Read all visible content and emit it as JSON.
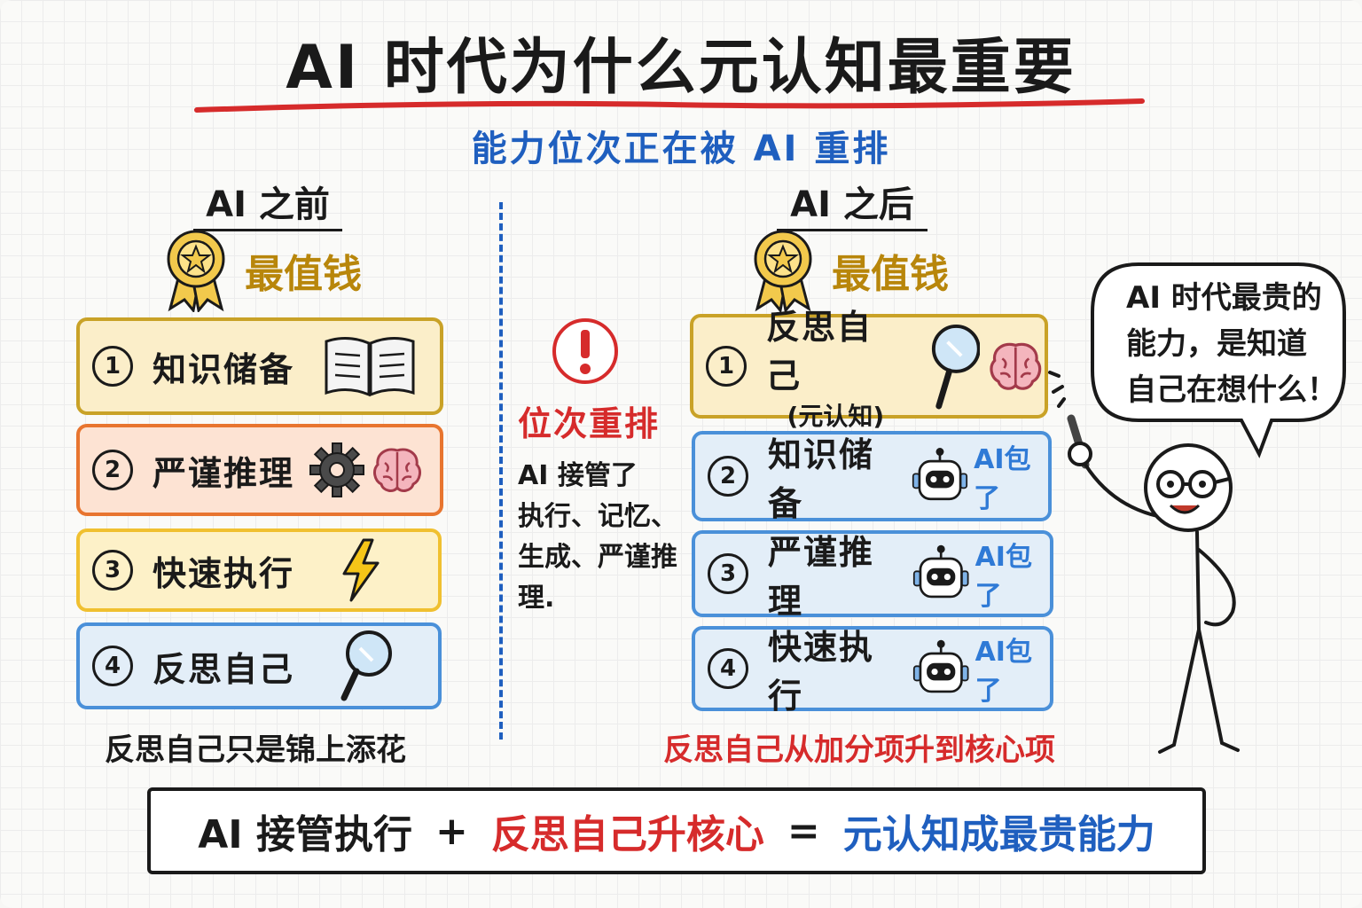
{
  "title": "AI 时代为什么元认知最重要",
  "subtitle": "能力位次正在被 AI 重排",
  "before": {
    "heading": "AI 之前",
    "medal_label": "最值钱",
    "items": [
      {
        "num": "1",
        "label": "知识储备",
        "icons": [
          "book-icon"
        ]
      },
      {
        "num": "2",
        "label": "严谨推理",
        "icons": [
          "gear-icon",
          "brain-icon"
        ]
      },
      {
        "num": "3",
        "label": "快速执行",
        "icons": [
          "lightning-icon"
        ]
      },
      {
        "num": "4",
        "label": "反思自己",
        "icons": [
          "magnifier-icon"
        ]
      }
    ],
    "caption": "反思自己只是锦上添花"
  },
  "middle": {
    "icon": "exclamation-icon",
    "label": "位次重排",
    "note_lines": [
      "AI 接管了",
      "执行、记忆、",
      "生成、严谨推理."
    ]
  },
  "after": {
    "heading": "AI 之后",
    "medal_label": "最值钱",
    "items": [
      {
        "num": "1",
        "label": "反思自己",
        "sub": "(元认知)",
        "icons": [
          "magnifier-icon",
          "brain-icon"
        ]
      },
      {
        "num": "2",
        "label": "知识储备",
        "tag": "AI包了",
        "icons": [
          "robot-icon"
        ]
      },
      {
        "num": "3",
        "label": "严谨推理",
        "tag": "AI包了",
        "icons": [
          "robot-icon"
        ]
      },
      {
        "num": "4",
        "label": "快速执行",
        "tag": "AI包了",
        "icons": [
          "robot-icon"
        ]
      }
    ],
    "caption": "反思自己从加分项升到核心项"
  },
  "speech_bubble": {
    "lines": [
      "AI 时代最贵的",
      "能力，是知道",
      "自己在想什么！"
    ]
  },
  "formula": {
    "part1": "AI 接管执行",
    "plus": "+",
    "part2": "反思自己升核心",
    "equals": "=",
    "part3": "元认知成最贵能力"
  },
  "colors": {
    "title_underline": "#d62b2b",
    "subtitle": "#1f5fbf",
    "medal_gold": "#e3b32a",
    "alert_red": "#d62b2b",
    "ai_blue": "#2f7ad6"
  }
}
